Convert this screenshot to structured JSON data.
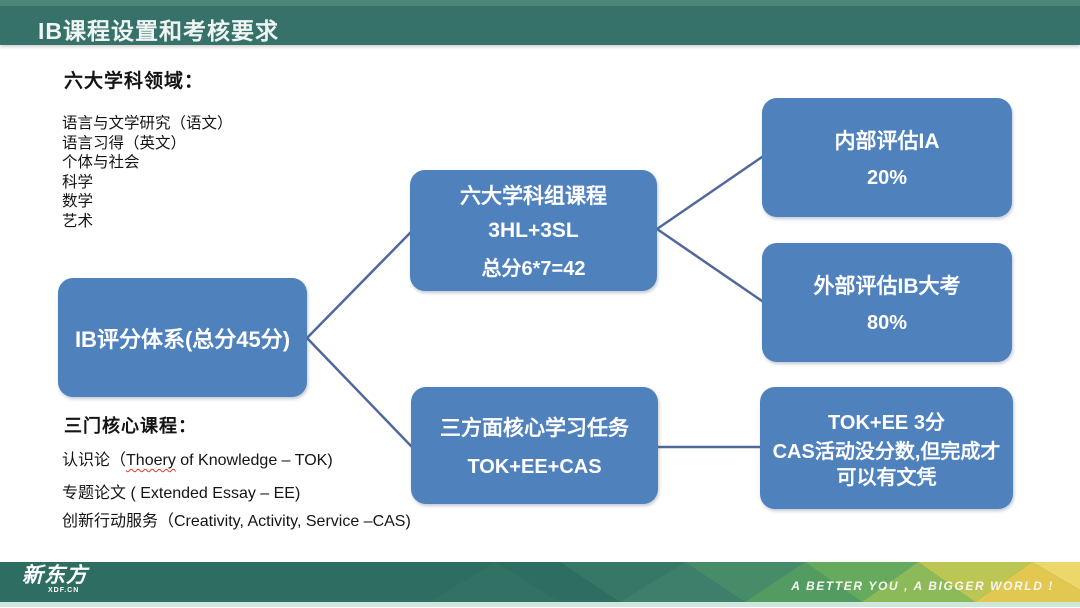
{
  "header": {
    "title": "IB课程设置和考核要求"
  },
  "subjects": {
    "heading": "六大学科领域：",
    "items": [
      "语言与文学研究（语文）",
      "语言习得（英文）",
      "个体与社会",
      "科学",
      "数学",
      "艺术"
    ]
  },
  "boxes": {
    "rating": {
      "line1": "IB评分体系(总分45分)"
    },
    "six_groups": {
      "line1": "六大学科组课程",
      "line2": "3HL+3SL",
      "line3": "总分6*7=42"
    },
    "internal": {
      "line1": "内部评估IA",
      "line2": "20%"
    },
    "external": {
      "line1": "外部评估IB大考",
      "line2": "80%"
    },
    "core_tasks": {
      "line1": "三方面核心学习任务",
      "line2": "TOK+EE+CAS"
    },
    "core_scores": {
      "line1": "TOK+EE 3分",
      "line2": "CAS活动没分数,但完成才可以有文凭"
    }
  },
  "core": {
    "heading": "三门核心课程：",
    "items": [
      {
        "pre": "认识论（",
        "squiggle": "Thoery",
        "post": " of Knowledge – TOK)"
      },
      {
        "text": "专题论文 ( Extended Essay – EE)"
      },
      {
        "text": "创新行动服务（Creativity,  Activity, Service –CAS)"
      }
    ]
  },
  "footer": {
    "logo": "新东方",
    "logo_sub": "XDF.CN",
    "tagline": "A BETTER YOU , A BIGGER WORLD !"
  },
  "colors": {
    "header_teal": "#37726a",
    "box_blue": "#4f81bd",
    "connector_blue": "#50689b",
    "footer_teal": "#2e6d62",
    "footer_yellow": "#e7ca52",
    "squiggle_red": "#d93a2b"
  }
}
